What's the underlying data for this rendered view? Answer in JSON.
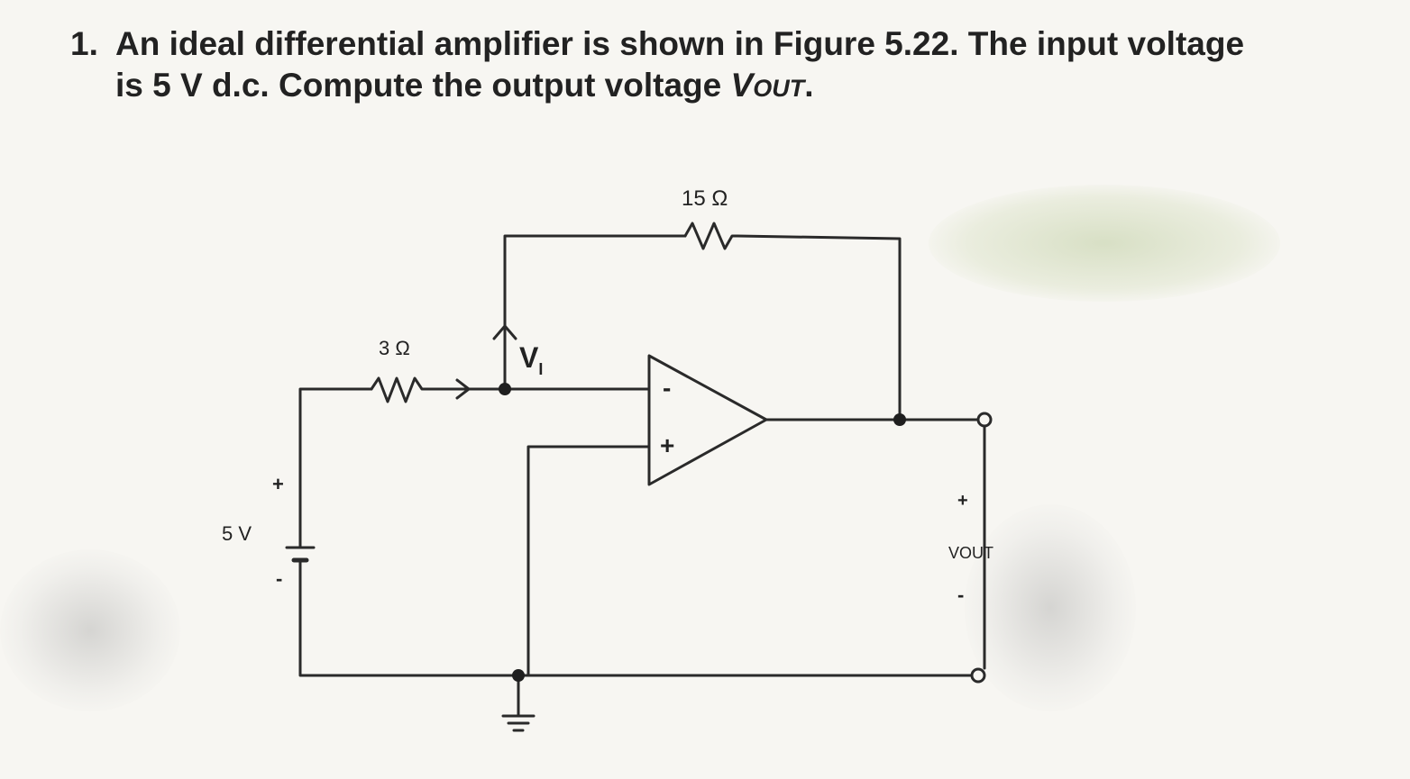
{
  "problem": {
    "number": "1.",
    "text_part1": "An ideal differential amplifier is shown in Figure 5.22. The input voltage is 5 V d.c. Compute the output voltage ",
    "vout_main": "V",
    "vout_sub": "OUT",
    "text_end": "."
  },
  "diagram": {
    "feedback_resistor_label": "15 Ω",
    "input_resistor_label": "3 Ω",
    "node_voltage_label_main": "V",
    "node_voltage_label_sub": "I",
    "opamp_minus": "-",
    "opamp_plus": "+",
    "source_label": "5 V",
    "source_plus": "+",
    "source_minus": "-",
    "output_plus": "+",
    "output_label": "VOUT",
    "output_minus": "-"
  }
}
